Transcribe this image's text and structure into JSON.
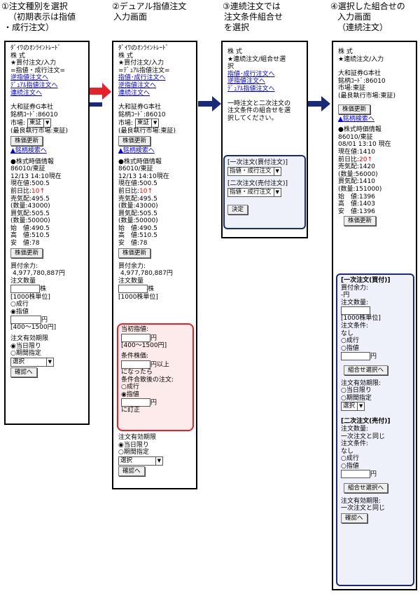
{
  "steps": [
    {
      "title": "①注文種別を選択",
      "sub1": "（初期表示は指値",
      "sub2": "・成行注文）"
    },
    {
      "title": "②デュアル指値注文",
      "sub1": "入力画面"
    },
    {
      "title": "③連続注文では",
      "sub1": "注文条件組合せ",
      "sub2": "を選択"
    },
    {
      "title": "④選択した組合せの",
      "sub1": "入力画面",
      "sub2": "（連続注文）"
    }
  ],
  "s1": {
    "brand": "ﾀﾞｲﾜのｵﾝﾗｲﾝﾄﾚｰﾄﾞ",
    "category": "株 式",
    "heading": "★買付注文/入力",
    "mode": "=指値・成行注文=",
    "links": [
      "逆指値注文へ",
      "ﾃﾞｭｱﾙ指値注文へ",
      "連続注文へ"
    ],
    "company": "大和証券G本社",
    "code": "銘柄ｺｰﾄﾞ:86010",
    "market_label": "市場:",
    "market_value": "東証",
    "best": "(最良執行市場:東証)",
    "update_btn": "株価更新",
    "search_link": "▲銘柄検索へ",
    "info_title": "●株式時価情報",
    "info_code": "86010/東証",
    "info_time": "12/13 14:10現在",
    "price": "現在値:500.5",
    "change_label": "前日比:",
    "change_value": "10↑",
    "ask": "売気配:495.5",
    "ask_qty": "(数量:43000)",
    "bid": "買気配:505.5",
    "bid_qty": "(数量:50000)",
    "open": "始　値:490.5",
    "high": "高　値:510.5",
    "low": "安　値:78",
    "update_btn2": "株価更新",
    "buying_power_label": "買付余力:",
    "buying_power_value": "4,977,780,887円",
    "qty_label": "注文数量",
    "qty_unit": "株",
    "qty_lot": "[1000株単位]",
    "radio_market": "○成行",
    "radio_limit": "◉指値",
    "yen": "円",
    "range": "[400～1500円]",
    "expiry_label": "注文有効期限",
    "expiry_today": "◉当日限り",
    "expiry_period": "○期間指定",
    "select_label": "選択",
    "confirm_btn": "確認へ"
  },
  "s2": {
    "brand": "ﾀﾞｲﾜのｵﾝﾗｲﾝﾄﾚｰﾄﾞ",
    "category": "株 式",
    "heading": "★買付注文/入力",
    "mode": "=ﾃﾞｭｱﾙ指値注文=",
    "links": [
      "指値･成行注文へ",
      "逆指値注文へ",
      "連続注文へ"
    ],
    "company": "大和証券G本社",
    "code": "銘柄ｺｰﾄﾞ:86010",
    "market_label": "市場:",
    "market_value": "東証",
    "best": "(最良執行市場:東証)",
    "update_btn": "株価更新",
    "search_link": "▲銘柄検索へ",
    "info_title": "●株式時価情報",
    "info_code": "86010/東証",
    "info_time": "12/13 14:10現在",
    "price": "現在値:500.5",
    "change_label": "前日比:",
    "change_value": "10↑",
    "ask": "売気配:495.5",
    "ask_qty": "(数量:43000)",
    "bid": "買気配:505.5",
    "bid_qty": "(数量:50000)",
    "open": "始　値:490.5",
    "high": "高　値:510.5",
    "low": "安　値:78",
    "update_btn2": "株価更新",
    "buying_power_label": "買付余力:",
    "buying_power_value": "4,977,780,887円",
    "qty_label": "注文数量",
    "qty_unit": "株",
    "qty_lot": "[1000株単位]",
    "initial_limit_label": "当初指値:",
    "yen": "円",
    "range": "[400～1500円]",
    "cond_price_label": "条件株価:",
    "cond_above": "円以上",
    "cond_then": "になったら",
    "after_label": "条件合致後の注文:",
    "radio_market": "○成行",
    "radio_limit": "◉指値",
    "revise": "に訂正",
    "expiry_label": "注文有効期限",
    "expiry_today": "◉当日限り",
    "expiry_period": "○期間指定",
    "select_label": "選択",
    "confirm_btn": "確認へ"
  },
  "s3": {
    "category": "株 式",
    "heading1": "★連続注文/組合せ選",
    "heading2": "択",
    "links": [
      "指値･成行注文へ",
      "逆指値注文へ",
      "ﾃﾞｭｱﾙ指値注文へ"
    ],
    "desc": [
      "一時注文と二次注文の",
      "注文条件の組合せを選",
      "択してください。"
    ],
    "first_label": "[一次注文(買付注文)]",
    "first_value": "指値・成行注文",
    "second_label": "[二次注文(売付注文)]",
    "second_value": "指値・成行注文",
    "decide_btn": "決定"
  },
  "s4": {
    "category": "株 式",
    "heading": "★連続注文/入力",
    "company": "大和証券G本社",
    "code": "銘柄ｺｰﾄﾞ:86010",
    "market": "市場:東証",
    "best": "(最良執行市場:東証)",
    "update_btn": "株価更新",
    "search_link": "▲銘柄検索へ",
    "info_title": "●株式時価情報",
    "info_code": "86010/東証",
    "info_time": "08/01 13:10 現在",
    "price": "現在値:1410",
    "change_label": "前日比:",
    "change_value": "20↑",
    "ask": "売気配:1420",
    "ask_qty": "(数量:56000)",
    "bid": "買気配:1410",
    "bid_qty": "(数量:151000)",
    "open": "始　値:1396",
    "high": "高　値:1403",
    "low": "安　値:1396",
    "update_btn2": "株価更新",
    "first_title": "[一次注文(買付)]",
    "buying_power_label": "買付余力:",
    "buying_power_value": "-円",
    "qty_label": "注文数量:",
    "qty_lot": "[1000株単位]",
    "cond_label": "注文条件:",
    "cond_value": "なし",
    "radio_market": "○成行",
    "radio_limit": "○指値",
    "yen": "円",
    "combo_btn": "組合せ選択へ",
    "expiry_label": "注文有効期限:",
    "expiry_today": "○当日限り",
    "expiry_period": "○期間指定",
    "select_label": "選択",
    "second_title": "[二次注文(売付)]",
    "second_qty_label": "注文数量:",
    "second_qty_value": "一次注文と同じ",
    "second_cond_label": "注文条件:",
    "second_cond_value": "なし",
    "second_radio_market": "○成行",
    "second_radio_limit": "○指値",
    "second_yen": "円",
    "second_combo_btn": "組合せ選択へ",
    "second_expiry_label": "注文有効期限:",
    "second_expiry_value": "一次注文と同じ",
    "confirm_btn": "確認へ"
  },
  "colors": {
    "accent_red": "#e8202a",
    "navy": "#1a2a7a",
    "link": "#0000ee"
  }
}
